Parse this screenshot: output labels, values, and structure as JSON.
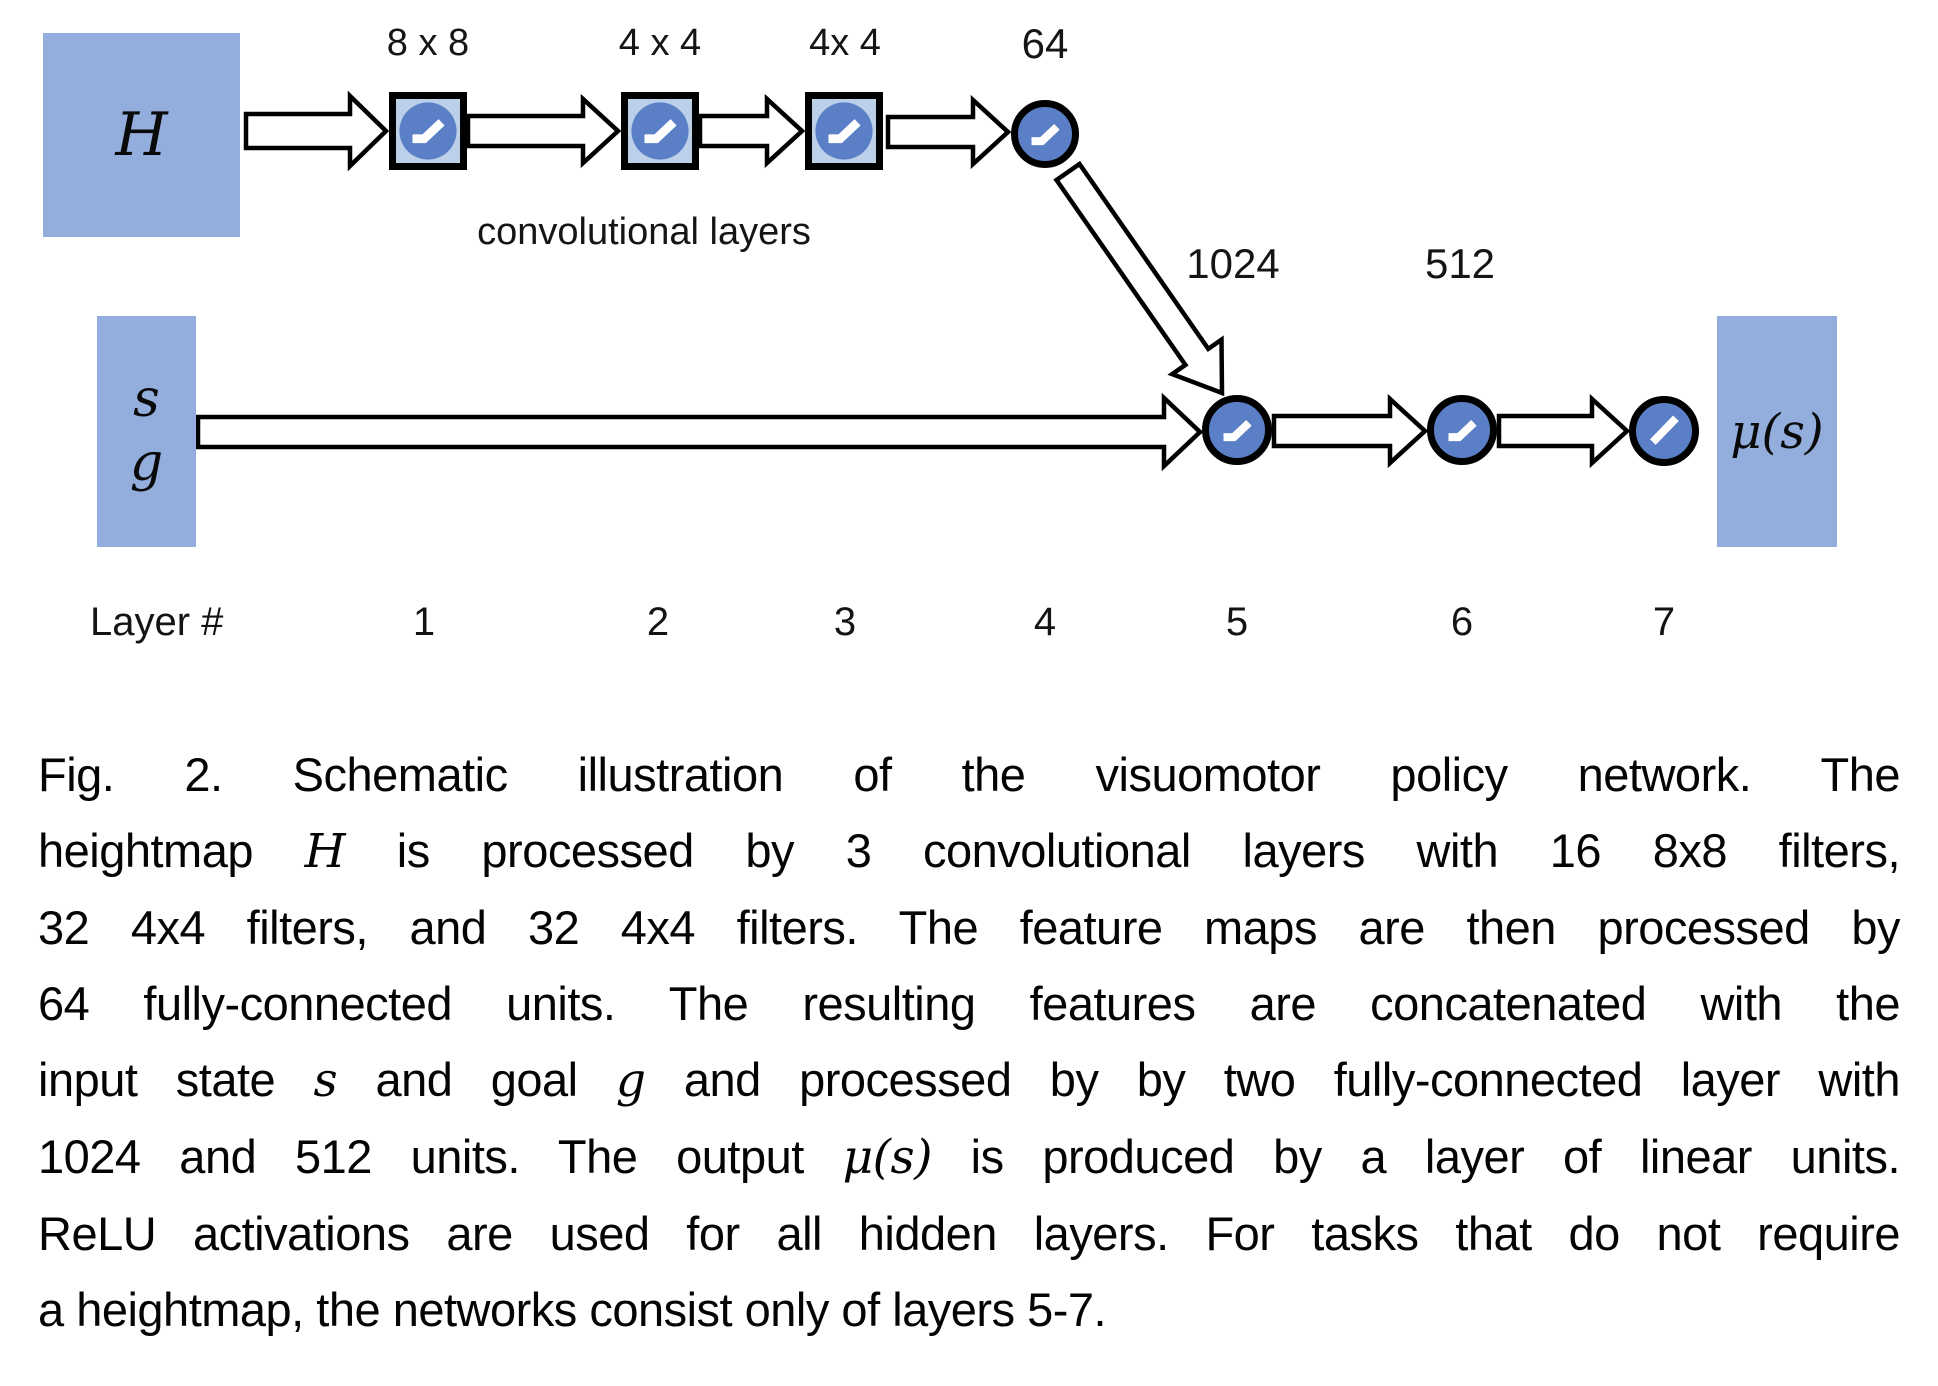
{
  "diagram": {
    "h_label": "H",
    "s_label": "s",
    "g_label": "g",
    "output_label": "μ(s)",
    "filter_labels": [
      "8 x 8",
      "4 x 4",
      "4x 4"
    ],
    "fc_unit_labels": {
      "layer4": "64",
      "layer5": "1024",
      "layer6": "512"
    },
    "conv_layers_label": "convolutional layers",
    "layer_row": {
      "title": "Layer #",
      "numbers": [
        "1",
        "2",
        "3",
        "4",
        "5",
        "6",
        "7"
      ]
    },
    "colors": {
      "block_blue": "#93AEDC",
      "box_fill": "#BDD0EA",
      "node_blue": "#5B7FC6",
      "outline": "#000000"
    }
  },
  "figure": {
    "caption_lines": [
      {
        "justify": true,
        "parts": [
          {
            "t": "Fig. 2. Schematic illustration of the visuomotor policy network. The",
            "i": false
          }
        ]
      },
      {
        "justify": true,
        "parts": [
          {
            "t": "heightmap ",
            "i": false
          },
          {
            "t": "H",
            "i": true
          },
          {
            "t": " is processed by 3 convolutional layers with 16 8x8 filters,",
            "i": false
          }
        ]
      },
      {
        "justify": true,
        "parts": [
          {
            "t": "32 4x4 filters, and 32 4x4 filters. The feature maps are then processed by",
            "i": false
          }
        ]
      },
      {
        "justify": true,
        "parts": [
          {
            "t": "64 fully-connected units. The resulting features are concatenated with the",
            "i": false
          }
        ]
      },
      {
        "justify": true,
        "parts": [
          {
            "t": "input state ",
            "i": false
          },
          {
            "t": "s",
            "i": true
          },
          {
            "t": " and goal ",
            "i": false
          },
          {
            "t": "g",
            "i": true
          },
          {
            "t": " and processed by by two fully-connected layer with",
            "i": false
          }
        ]
      },
      {
        "justify": true,
        "parts": [
          {
            "t": "1024 and 512 units. The output ",
            "i": false
          },
          {
            "t": "μ(s)",
            "i": true
          },
          {
            "t": " is produced by a layer of linear units.",
            "i": false
          }
        ]
      },
      {
        "justify": true,
        "parts": [
          {
            "t": "ReLU activations are used for all hidden layers. For tasks that do not require",
            "i": false
          }
        ]
      },
      {
        "justify": false,
        "parts": [
          {
            "t": "a heightmap, the networks consist only of layers 5-7.",
            "i": false
          }
        ]
      }
    ]
  }
}
